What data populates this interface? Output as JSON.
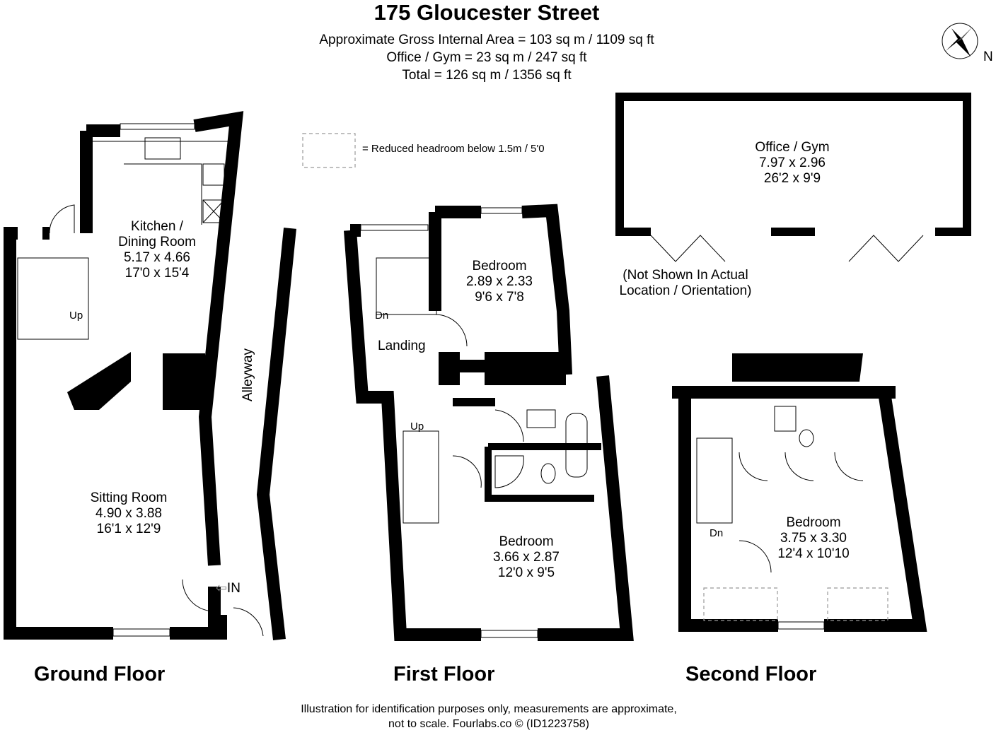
{
  "header": {
    "title": "175 Gloucester Street",
    "area_lines": [
      "Approximate Gross Internal Area = 103 sq m / 1109 sq ft",
      "Office / Gym = 23 sq m / 247 sq ft",
      "Total = 126 sq m / 1356 sq ft"
    ]
  },
  "compass": {
    "label": "N"
  },
  "legend": {
    "reduced_headroom": "= Reduced headroom below 1.5m / 5'0"
  },
  "ground_floor": {
    "label": "Ground Floor",
    "kitchen": {
      "name_1": "Kitchen /",
      "name_2": "Dining Room",
      "metric": "5.17 x 4.66",
      "imperial": "17'0 x 15'4"
    },
    "sitting": {
      "name": "Sitting Room",
      "metric": "4.90 x 3.88",
      "imperial": "16'1 x 12'9"
    },
    "stairs_label": "Up",
    "entrance_label": "IN",
    "alleyway_label": "Alleyway"
  },
  "first_floor": {
    "label": "First Floor",
    "bedroom_1": {
      "name": "Bedroom",
      "metric": "2.89 x 2.33",
      "imperial": "9'6 x 7'8"
    },
    "bedroom_2": {
      "name": "Bedroom",
      "metric": "3.66 x 2.87",
      "imperial": "12'0 x 9'5"
    },
    "landing_label": "Landing",
    "stairs_down": "Dn",
    "stairs_up": "Up"
  },
  "office": {
    "name": "Office / Gym",
    "metric": "7.97 x 2.96",
    "imperial": "26'2 x 9'9",
    "note_1": "(Not Shown In Actual",
    "note_2": "Location / Orientation)"
  },
  "second_floor": {
    "label": "Second Floor",
    "bedroom": {
      "name": "Bedroom",
      "metric": "3.75 x 3.30",
      "imperial": "12'4 x 10'10"
    },
    "stairs_down": "Dn"
  },
  "footer": {
    "line_1": "Illustration for identification purposes only, measurements are approximate,",
    "line_2": "not to scale. Fourlabs.co © (ID1223758)"
  }
}
